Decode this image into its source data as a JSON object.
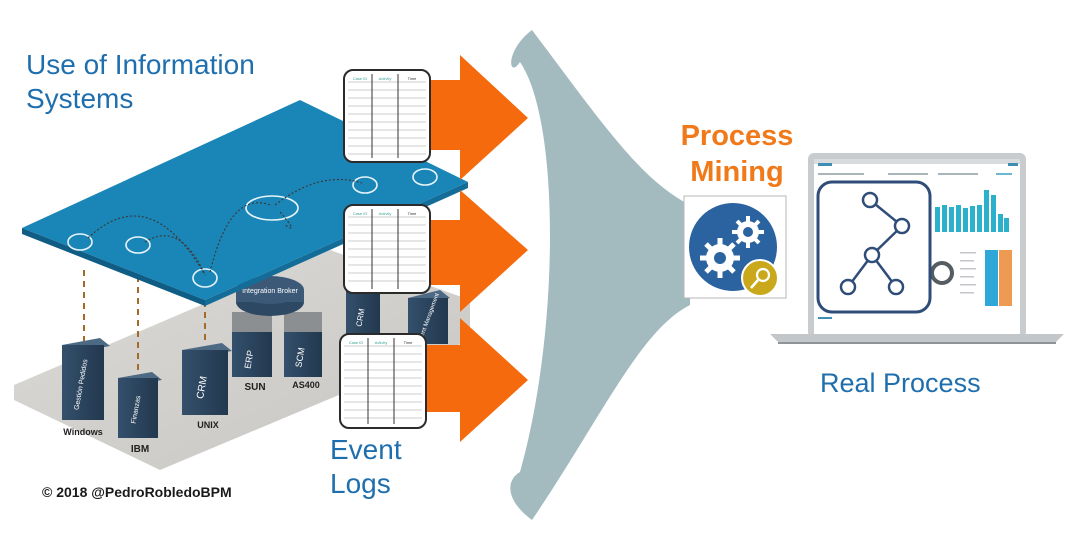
{
  "headings": {
    "information_systems": [
      "Use of Information",
      "Systems"
    ],
    "event_logs": [
      "Event",
      "Logs"
    ],
    "process_mining": [
      "Process",
      "Mining"
    ],
    "real_process": "Real Process"
  },
  "copyright": "© 2018 @PedroRobledoBPM",
  "systems": [
    {
      "name": "Gestión Pedidos",
      "platform": "Windows"
    },
    {
      "name": "Finanzas",
      "platform": "IBM"
    },
    {
      "name": "CRM",
      "platform": "UNIX"
    },
    {
      "name": "ERP",
      "platform": "SUN"
    },
    {
      "name": "SCM",
      "platform": "AS400"
    }
  ],
  "middleware": "Integration Broker",
  "extra_systems": [
    "CRM",
    "Document Management"
  ],
  "event_log_tables": [
    {
      "columns": [
        "Case ID",
        "Activity",
        "Time"
      ]
    },
    {
      "columns": [
        "Case ID",
        "Activity",
        "Time"
      ]
    },
    {
      "columns": [
        "Case ID",
        "Activity",
        "Time"
      ]
    }
  ],
  "colors": {
    "heading_blue": "#1f6fae",
    "process_mining_orange": "#f07a1a",
    "arrow_orange": "#f56a0c",
    "platform_blue": "#1a86b8",
    "funnel_gray": "#a3babf",
    "server_navy": "#2c4560",
    "gear_circle": "#2a63a0",
    "magnifier_gold": "#c9a81c"
  }
}
